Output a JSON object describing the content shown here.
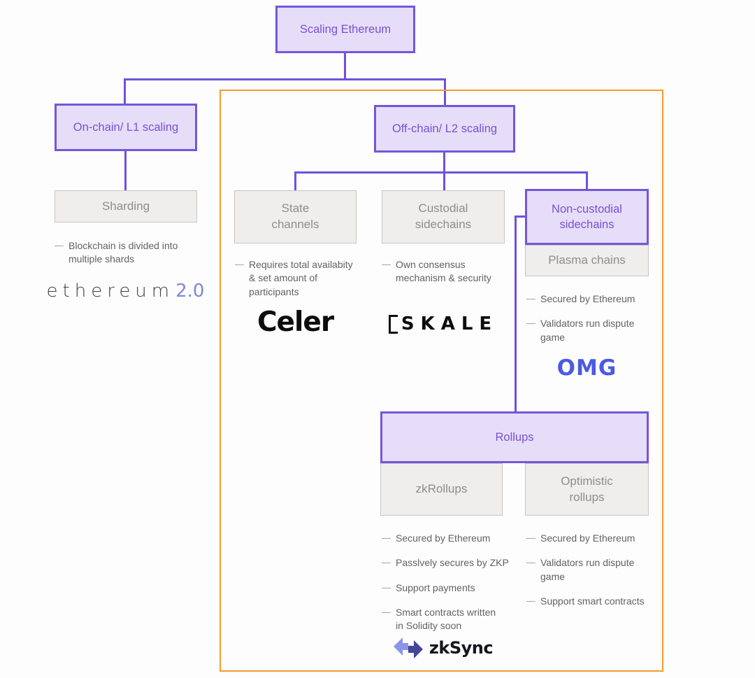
{
  "ui": {
    "dash": "—"
  },
  "colors": {
    "accent_purple": "#7456dd",
    "purple_box_fill": "#e6def8",
    "purple_text": "#7a4fd4",
    "gray_box_fill": "#efeeec",
    "gray_box_text": "#8d8d8d",
    "bullet_text": "#626262",
    "highlight_orange": "#f59b2d",
    "omg_blue": "#4b5ae4",
    "eth2_blue": "#7d88d6",
    "zksync_light_arrow": "#8d95e8",
    "zksync_dark_arrow": "#45459a"
  },
  "nodes": {
    "root": {
      "label": "Scaling Ethereum"
    },
    "l1": {
      "label": "On-chain/ L1 scaling"
    },
    "l2": {
      "label": "Off-chain/ L2 scaling"
    },
    "sharding": {
      "label": "Sharding",
      "bullets": [
        "Blockchain is divided into\nmultiple shards"
      ],
      "logo_text": "ethereum",
      "logo_version": "2.0"
    },
    "state_channels": {
      "label": "State\nchannels",
      "bullets": [
        "Requires total availabity\n& set amount of\nparticipants"
      ],
      "logo_text": "Celer"
    },
    "custodial": {
      "label": "Custodial\nsidechains",
      "bullets": [
        "Own consensus\nmechanism & security"
      ],
      "logo_text": "SKALE"
    },
    "non_custodial": {
      "label": "Non-custodial\nsidechains",
      "sub_label": "Plasma chains",
      "bullets": [
        "Secured by Ethereum",
        "Validators run dispute\ngame"
      ],
      "logo_text": "OMG"
    },
    "rollups": {
      "label": "Rollups"
    },
    "zk_rollups": {
      "label": "zkRollups",
      "bullets": [
        "Secured by Ethereum",
        "Passlvely secures by ZKP",
        "Support payments",
        "Smart contracts written\nin Solidity soon"
      ],
      "logo_text": "zkSync"
    },
    "optimistic": {
      "label": "Optimistic\nrollups",
      "bullets": [
        "Secured by Ethereum",
        "Validators run dispute\ngame",
        "Support smart contracts"
      ]
    }
  }
}
